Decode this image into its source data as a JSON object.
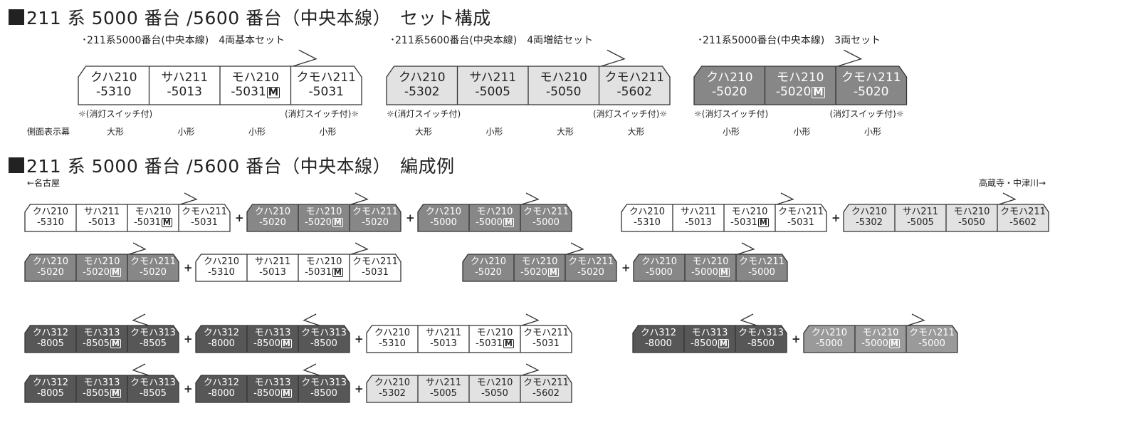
{
  "colors": {
    "white": "#ffffff",
    "light": "#e2e2e2",
    "mid": "#878787",
    "mid2": "#9a9a9a",
    "dark": "#575757"
  },
  "section1": {
    "title": "211 系 5000 番台 /5600 番台（中央本線）　セット構成",
    "side_display_label": "側面表示幕",
    "lamp_note": "(消灯スイッチ付)",
    "sets": [
      {
        "label": "･211系5000番台(中央本線)　4両基本セット",
        "set": "A",
        "displays": [
          "大形",
          "小形",
          "小形",
          "小形"
        ]
      },
      {
        "label": "･211系5600番台(中央本線)　4両増結セット",
        "set": "B",
        "displays": [
          "大形",
          "小形",
          "大形",
          "大形"
        ]
      },
      {
        "label": "･211系5000番台(中央本線)　3両セット",
        "set": "C",
        "displays": [
          "小形",
          "小形",
          "小形"
        ]
      }
    ]
  },
  "section2": {
    "title": "211 系 5000 番台 /5600 番台（中央本線）　編成例",
    "left_direction": "←名古屋",
    "right_direction": "高蔵寺・中津川→",
    "examples": [
      [
        "A",
        "C",
        "D"
      ],
      [
        "A",
        "B"
      ],
      [
        "C",
        "A"
      ],
      [
        "C",
        "D"
      ],
      [
        "E",
        "F",
        "A"
      ],
      [
        "F",
        "D2"
      ],
      [
        "E",
        "F",
        "B"
      ]
    ]
  },
  "sets": {
    "A": {
      "color": "white",
      "panto": ">",
      "cars": [
        {
          "type": "クハ210",
          "num": "-5310"
        },
        {
          "type": "サハ211",
          "num": "-5013"
        },
        {
          "type": "モハ210",
          "num": "-5031",
          "motor": "M"
        },
        {
          "type": "クモハ211",
          "num": "-5031"
        }
      ]
    },
    "B": {
      "color": "light",
      "panto": ">",
      "cars": [
        {
          "type": "クハ210",
          "num": "-5302"
        },
        {
          "type": "サハ211",
          "num": "-5005"
        },
        {
          "type": "モハ210",
          "num": "-5050"
        },
        {
          "type": "クモハ211",
          "num": "-5602"
        }
      ]
    },
    "C": {
      "color": "mid",
      "panto": ">",
      "cars": [
        {
          "type": "クハ210",
          "num": "-5020"
        },
        {
          "type": "モハ210",
          "num": "-5020",
          "motor": "M"
        },
        {
          "type": "クモハ211",
          "num": "-5020"
        }
      ]
    },
    "D": {
      "color": "mid",
      "panto": ">",
      "cars": [
        {
          "type": "クハ210",
          "num": "-5000"
        },
        {
          "type": "モハ210",
          "num": "-5000",
          "motor": "M"
        },
        {
          "type": "クモハ211",
          "num": "-5000"
        }
      ]
    },
    "D2": {
      "color": "mid2",
      "panto": ">",
      "cars": [
        {
          "type": "クハ210",
          "num": "-5000"
        },
        {
          "type": "モハ210",
          "num": "-5000",
          "motor": "M"
        },
        {
          "type": "クモハ211",
          "num": "-5000"
        }
      ]
    },
    "E": {
      "color": "dark",
      "panto": "<",
      "cars": [
        {
          "type": "クハ312",
          "num": "-8005"
        },
        {
          "type": "モハ313",
          "num": "-8505",
          "motor": "M"
        },
        {
          "type": "クモハ313",
          "num": "-8505"
        }
      ]
    },
    "F": {
      "color": "dark",
      "panto": "<",
      "cars": [
        {
          "type": "クハ312",
          "num": "-8000"
        },
        {
          "type": "モハ313",
          "num": "-8500",
          "motor": "M"
        },
        {
          "type": "クモハ313",
          "num": "-8500"
        }
      ]
    }
  }
}
